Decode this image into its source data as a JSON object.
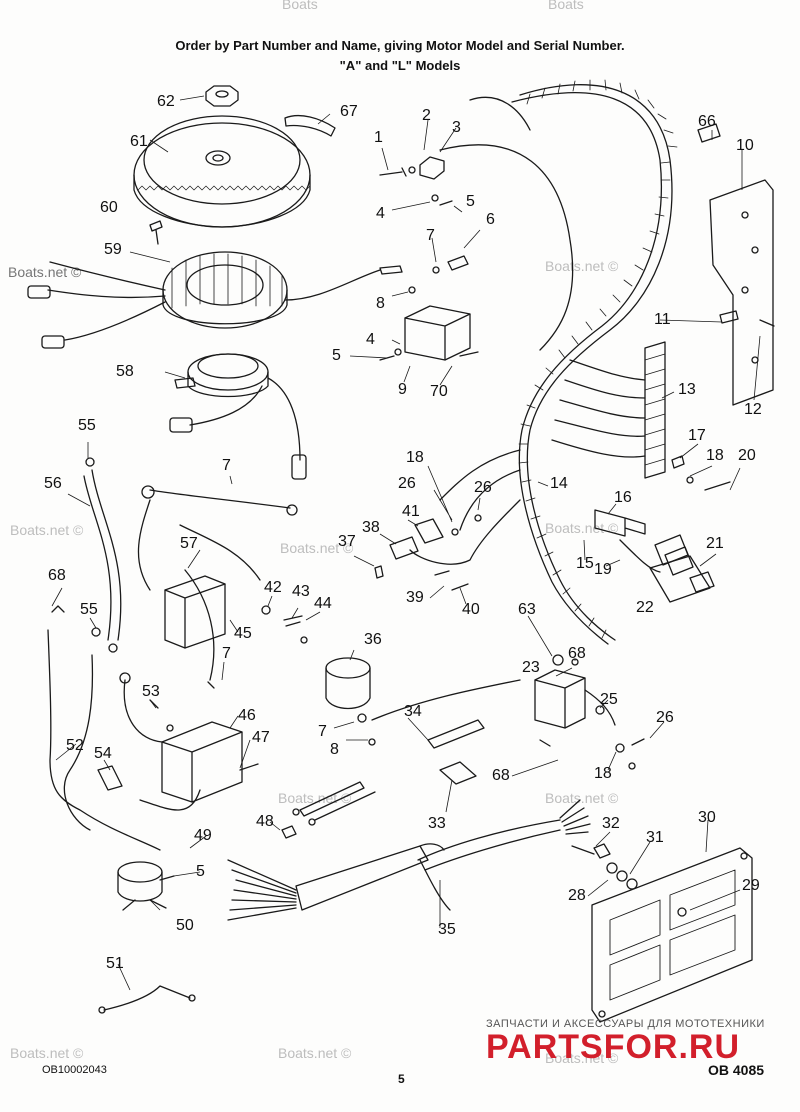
{
  "header": {
    "line1": "Order by Part Number and Name, giving Motor Model and Serial Number.",
    "line2": "\"A\" and \"L\" Models"
  },
  "watermark": {
    "text": "Boats.net ©",
    "top_text": "Boats"
  },
  "callouts": [
    "62",
    "67",
    "61",
    "1",
    "2",
    "3",
    "66",
    "10",
    "60",
    "59",
    "4",
    "5",
    "6",
    "7",
    "8",
    "11",
    "58",
    "5",
    "4",
    "9",
    "70",
    "12",
    "13",
    "55",
    "7",
    "56",
    "17",
    "18",
    "20",
    "14",
    "18",
    "26",
    "26",
    "16",
    "57",
    "41",
    "38",
    "37",
    "15",
    "19",
    "21",
    "68",
    "42",
    "43",
    "44",
    "39",
    "40",
    "22",
    "55",
    "45",
    "63",
    "68",
    "36",
    "7",
    "23",
    "53",
    "46",
    "25",
    "7",
    "34",
    "47",
    "26",
    "52",
    "54",
    "8",
    "18",
    "68",
    "49",
    "48",
    "33",
    "32",
    "30",
    "5",
    "31",
    "50",
    "28",
    "29",
    "35",
    "51"
  ],
  "footer": {
    "left_code": "OB10002043",
    "page_number": "5",
    "right_code": "OB 4085"
  },
  "stamp": {
    "small_text": "ЗАПЧАСТИ И АКСЕССУАРЫ ДЛЯ МОТОТЕХНИКИ",
    "big_text": "PARTSFOR.RU"
  },
  "colors": {
    "line": "#1a1a1a",
    "watermark": "#bdbdbd",
    "stamp_red": "#d21f2b"
  }
}
